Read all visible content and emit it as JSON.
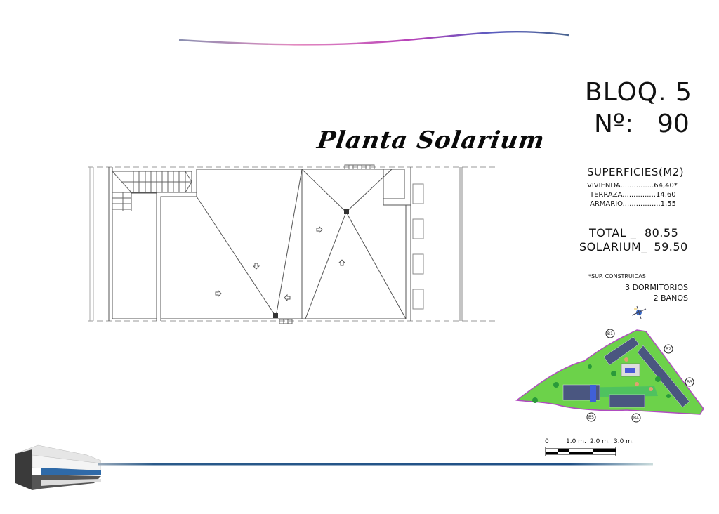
{
  "header": {
    "decor_curve_colors": [
      "#7a7fa8",
      "#e17ab8",
      "#b944b9",
      "#5060b8",
      "#4a6a9a"
    ]
  },
  "plan": {
    "title": "Planta Solarium"
  },
  "block_info": {
    "bloq_label": "BLOQ. 5",
    "number_label": "Nº:",
    "number_value": "90"
  },
  "surfaces": {
    "title": "SUPERFICIES(M2)",
    "items": [
      {
        "label": "VIVIENDA",
        "dots": "...............",
        "value": "64,40*"
      },
      {
        "label": "TERRAZA",
        "dots": "...............",
        "value": "14,60"
      },
      {
        "label": "ARMARIO",
        "dots": ".................",
        "value": "1,55"
      }
    ],
    "total_label": "TOTAL _",
    "total_value": "80.55",
    "solarium_label": "SOLARIUM_",
    "solarium_value": "59.50",
    "note": "*SUP. CONSTRUIDAS",
    "bedrooms": "3 DORMITORIOS",
    "bathrooms": "2 BAÑOS"
  },
  "site_plan": {
    "block_labels": [
      "B1",
      "B2",
      "B3",
      "B4",
      "B5"
    ],
    "colors": {
      "grass": "#6cd24a",
      "path": "#3cb86e",
      "boundary": "#b04cc0",
      "building": "#3a4a7a",
      "pool": "#4060d8"
    }
  },
  "scale_bar": {
    "ticks": [
      "0",
      "1.0 m.",
      "2.0 m.",
      "3.0 m."
    ]
  },
  "footer": {
    "line_color": "#1f4f86"
  }
}
